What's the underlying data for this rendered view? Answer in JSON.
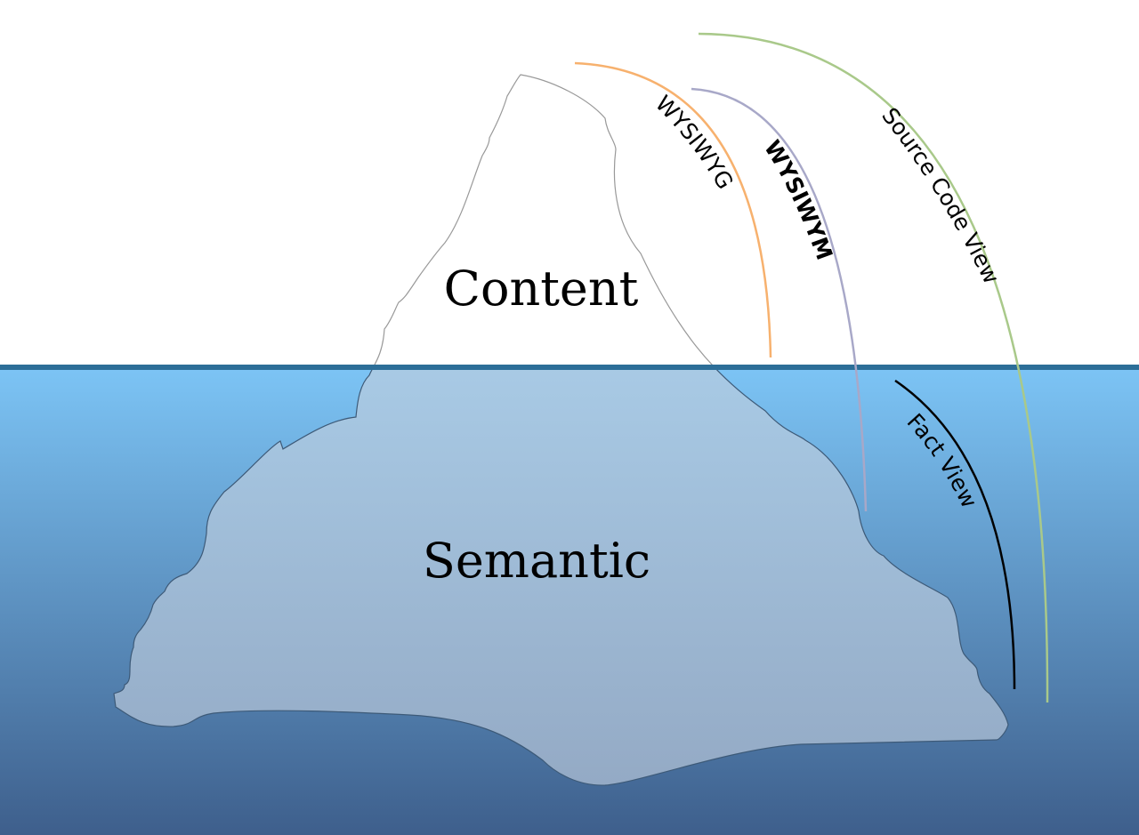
{
  "diagram": {
    "regions": {
      "above_water": "Content",
      "below_water": "Semantic"
    },
    "views": [
      {
        "id": "wysiwyg",
        "label": "WYSIWYG",
        "color": "#f7b16e",
        "bold": false
      },
      {
        "id": "wysiwym",
        "label": "WYSIWYM",
        "color": "#a8a8c8",
        "bold": true
      },
      {
        "id": "source",
        "label": "Source Code View",
        "color": "#a9c98a",
        "bold": false
      },
      {
        "id": "fact",
        "label": "Fact View",
        "color": "#000000",
        "bold": false
      }
    ],
    "colors": {
      "sky": "#ffffff",
      "water_top": "#7cc4f5",
      "water_bottom": "#3e5f8c",
      "waterline": "#2c6e98",
      "ice_above": "#ffffff",
      "ice_below_top": "#b6e0fb",
      "ice_below_bottom": "#94aac5",
      "ice_outline": "#999999"
    }
  }
}
